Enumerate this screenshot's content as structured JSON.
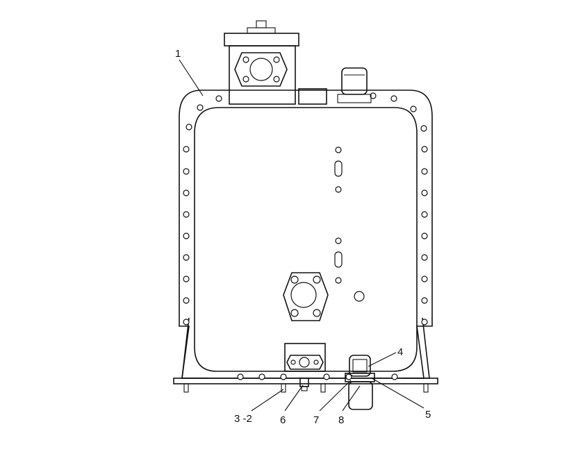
{
  "diagram": {
    "callouts": [
      {
        "id": "c1",
        "text": "1"
      },
      {
        "id": "c32",
        "text": "3 -2"
      },
      {
        "id": "c6",
        "text": "6"
      },
      {
        "id": "c7",
        "text": "7"
      },
      {
        "id": "c8",
        "text": "8"
      },
      {
        "id": "c4",
        "text": "4"
      },
      {
        "id": "c5",
        "text": "5"
      }
    ]
  }
}
